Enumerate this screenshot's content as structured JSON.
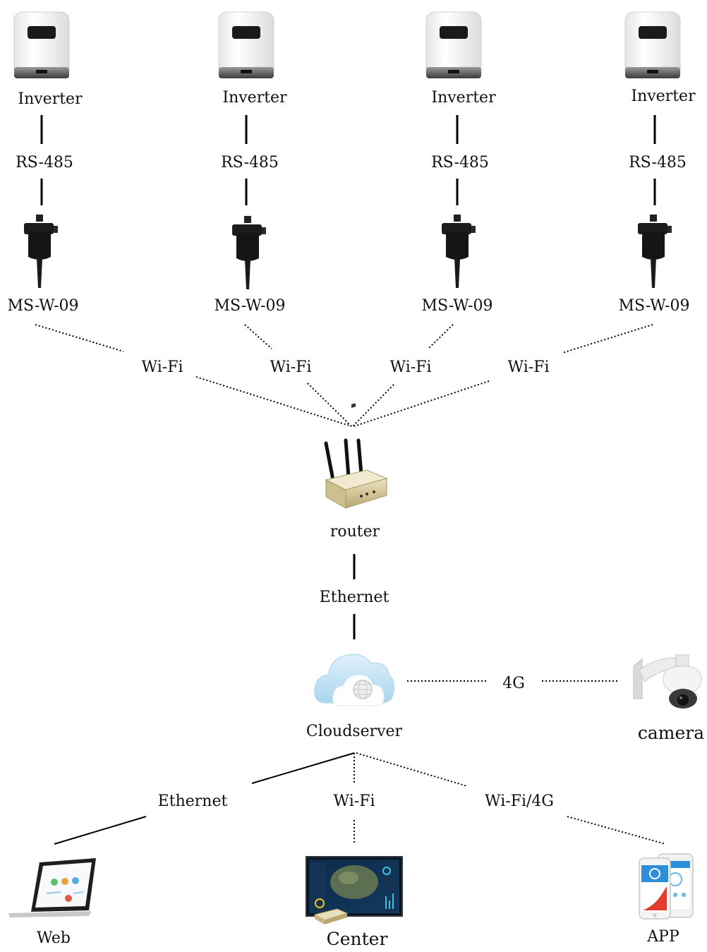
{
  "inverters": [
    {
      "label": "Inverter",
      "protocol": "RS-485",
      "logger": "MS-W-09"
    },
    {
      "label": "Inverter",
      "protocol": "RS-485",
      "logger": "MS-W-09"
    },
    {
      "label": "Inverter",
      "protocol": "RS-485",
      "logger": "MS-W-09"
    },
    {
      "label": "Inverter",
      "protocol": "RS-485",
      "logger": "MS-W-09"
    }
  ],
  "wifi_links": [
    "Wi-Fi",
    "Wi-Fi",
    "Wi-Fi",
    "Wi-Fi"
  ],
  "router": {
    "label": "router",
    "uplink": "Ethernet"
  },
  "cloud": {
    "label": "Cloudserver"
  },
  "camera": {
    "label": "camera",
    "link": "4G"
  },
  "clients": {
    "web": {
      "label": "Web",
      "link": "Ethernet"
    },
    "center": {
      "label": "Center",
      "link": "Wi-Fi"
    },
    "app": {
      "label": "APP",
      "link": "Wi-Fi/4G"
    }
  },
  "icons": {
    "inverter": "inverter-icon",
    "logger": "wifi-logger-icon",
    "router": "router-icon",
    "cloud": "cloud-server-icon",
    "camera": "camera-icon",
    "web": "laptop-icon",
    "center": "monitor-icon",
    "app": "smartphone-icon"
  }
}
